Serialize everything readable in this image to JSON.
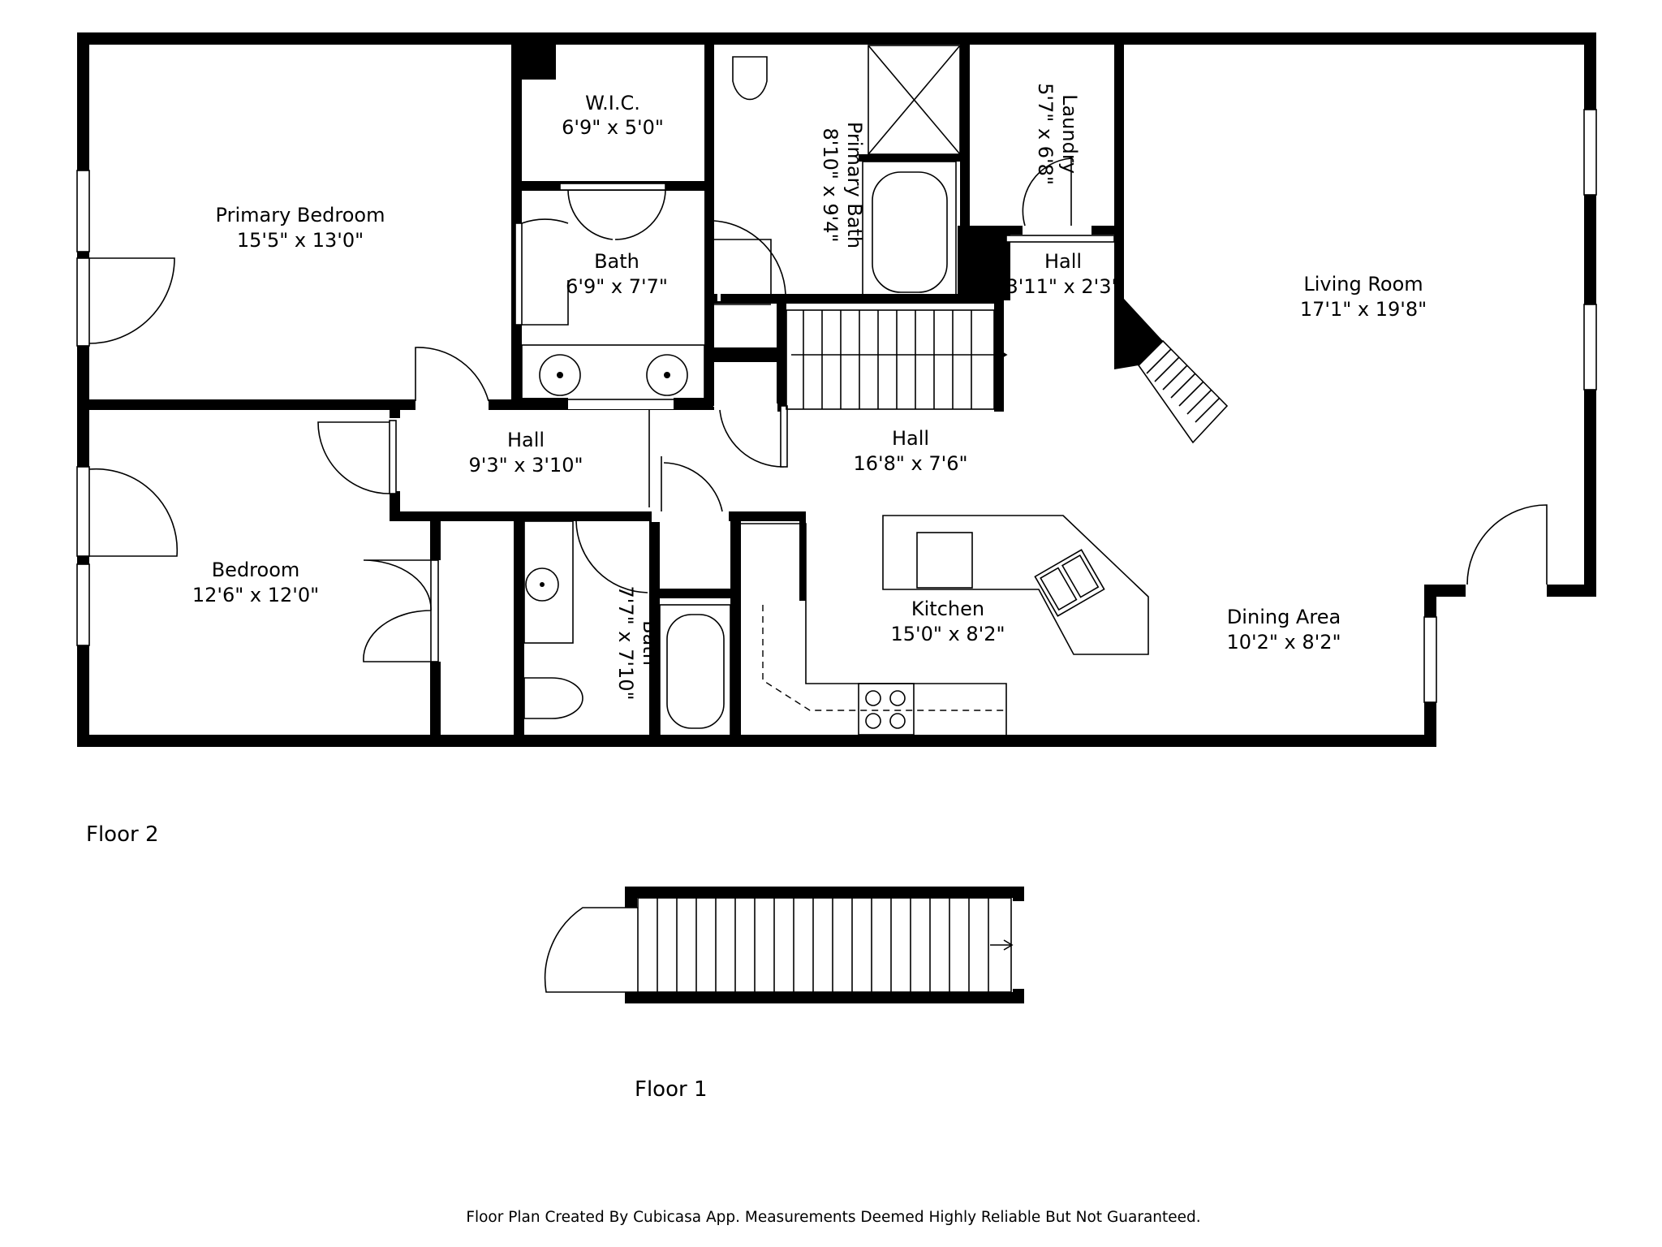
{
  "rooms": [
    {
      "id": "primary-bedroom",
      "name": "Primary Bedroom",
      "dims": "15'5\" x 13'0\""
    },
    {
      "id": "wic",
      "name": "W.I.C.",
      "dims": "6'9\" x 5'0\""
    },
    {
      "id": "primary-bath",
      "name": "Primary Bath",
      "dims": "8'10\" x 9'4\""
    },
    {
      "id": "laundry",
      "name": "Laundry",
      "dims": "5'7\" x 6'8\""
    },
    {
      "id": "living-room",
      "name": "Living Room",
      "dims": "17'1\" x 19'8\""
    },
    {
      "id": "bath-upper",
      "name": "Bath",
      "dims": "6'9\" x 7'7\""
    },
    {
      "id": "hall-small",
      "name": "Hall",
      "dims": "3'11\" x 2'3\""
    },
    {
      "id": "hall-left",
      "name": "Hall",
      "dims": "9'3\" x 3'10\""
    },
    {
      "id": "hall-main",
      "name": "Hall",
      "dims": "16'8\" x 7'6\""
    },
    {
      "id": "bedroom",
      "name": "Bedroom",
      "dims": "12'6\" x 12'0\""
    },
    {
      "id": "bath-lower",
      "name": "Bath",
      "dims": "7'7\" x 7'10\""
    },
    {
      "id": "kitchen",
      "name": "Kitchen",
      "dims": "15'0\" x 8'2\""
    },
    {
      "id": "dining-area",
      "name": "Dining Area",
      "dims": "10'2\" x 8'2\""
    }
  ],
  "floors": {
    "floor2": "Floor 2",
    "floor1": "Floor 1"
  },
  "footer": "Floor Plan Created By Cubicasa App. Measurements Deemed Highly Reliable But Not Guaranteed."
}
